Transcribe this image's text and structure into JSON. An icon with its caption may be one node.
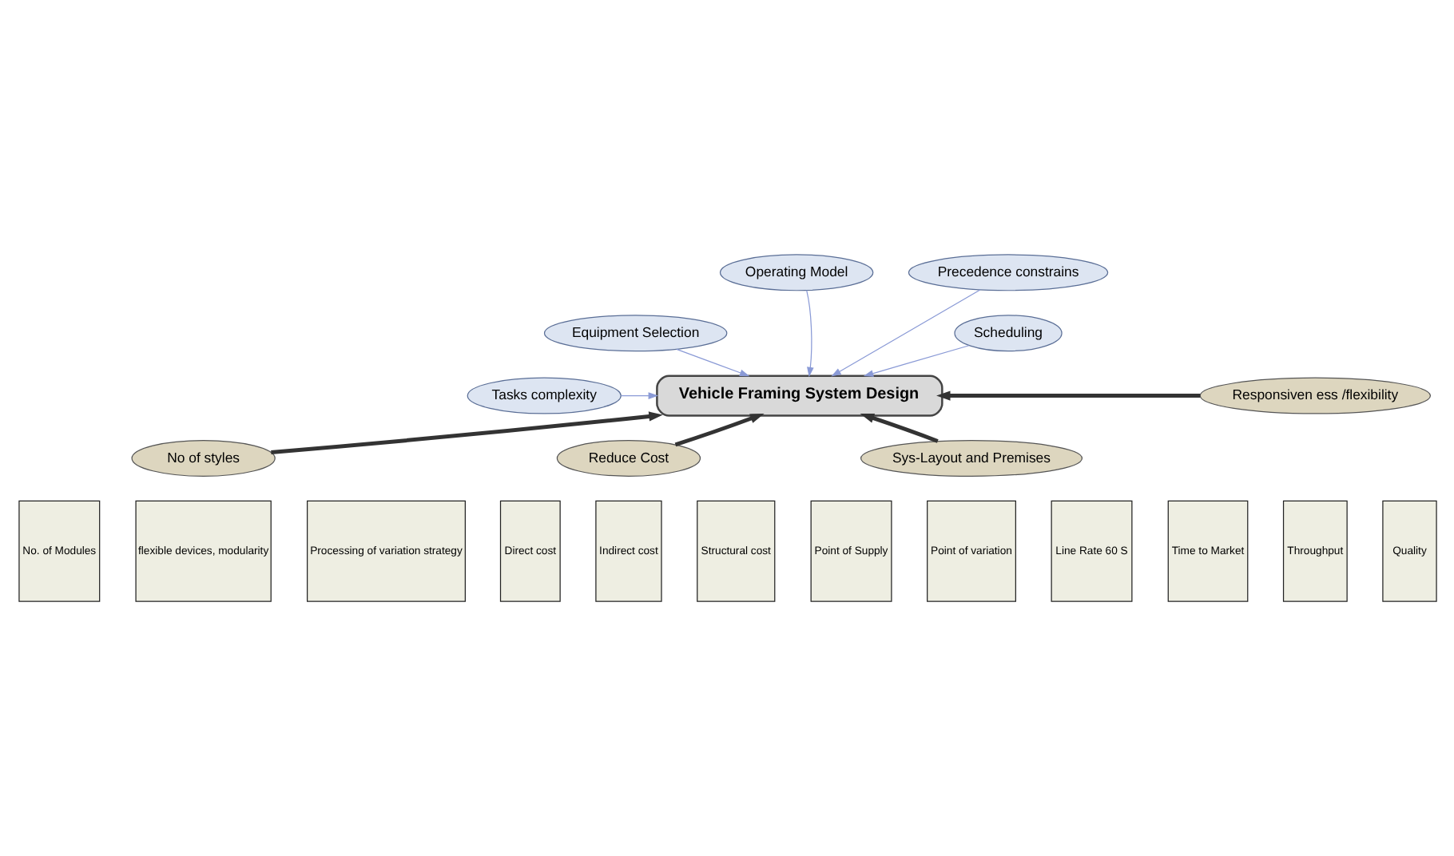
{
  "diagram": {
    "nodes": [
      {
        "text": [
          "Operating Model"
        ]
      },
      {
        "text": [
          "Precedence constrains"
        ]
      },
      {
        "text": [
          "Equipment Selection"
        ]
      },
      {
        "text": [
          "Scheduling"
        ]
      },
      {
        "text": [
          "Vehicle Framing System Design"
        ]
      },
      {
        "text": [
          "Tasks complexity"
        ]
      },
      {
        "text": [
          "Responsiven ess /flexibility"
        ]
      },
      {
        "text": [
          "No of styles"
        ]
      },
      {
        "text": [
          "Reduce Cost"
        ]
      },
      {
        "text": [
          "Sys-Layout and Premises"
        ]
      },
      {
        "text": [
          "No. of Modules"
        ]
      },
      {
        "text": [
          "flexible devices, modularity"
        ]
      },
      {
        "text": [
          "Processing of variation strategy"
        ]
      },
      {
        "text": [
          "Direct cost"
        ]
      },
      {
        "text": [
          "Indirect cost"
        ]
      },
      {
        "text": [
          "Structural cost"
        ]
      },
      {
        "text": [
          "Point of Supply"
        ]
      },
      {
        "text": [
          "Point of variation"
        ]
      },
      {
        "text": [
          "Line Rate 60 S"
        ]
      },
      {
        "text": [
          "Time to Market"
        ]
      },
      {
        "text": [
          "Throughput"
        ]
      },
      {
        "text": [
          "Quality"
        ]
      }
    ],
    "edges": [
      {
        "from": 0,
        "to": 4,
        "arrow": "to"
      },
      {
        "from": 1,
        "to": 4,
        "arrow": "to"
      },
      {
        "from": 2,
        "to": 4,
        "arrow": "to"
      },
      {
        "from": 3,
        "to": 4,
        "arrow": "to"
      },
      {
        "from": 5,
        "to": 4,
        "arrow": "to"
      },
      {
        "from": 6,
        "to": 4,
        "arrow": "to",
        "style": "thick",
        "color": "#333333"
      },
      {
        "from": 7,
        "to": 4,
        "arrow": "to",
        "style": "thick",
        "color": "#333333"
      },
      {
        "from": 8,
        "to": 4,
        "arrow": "to",
        "style": "thick",
        "color": "#333333"
      },
      {
        "from": 9,
        "to": 4,
        "arrow": "to",
        "style": "thick",
        "color": "#333333"
      }
    ]
  }
}
